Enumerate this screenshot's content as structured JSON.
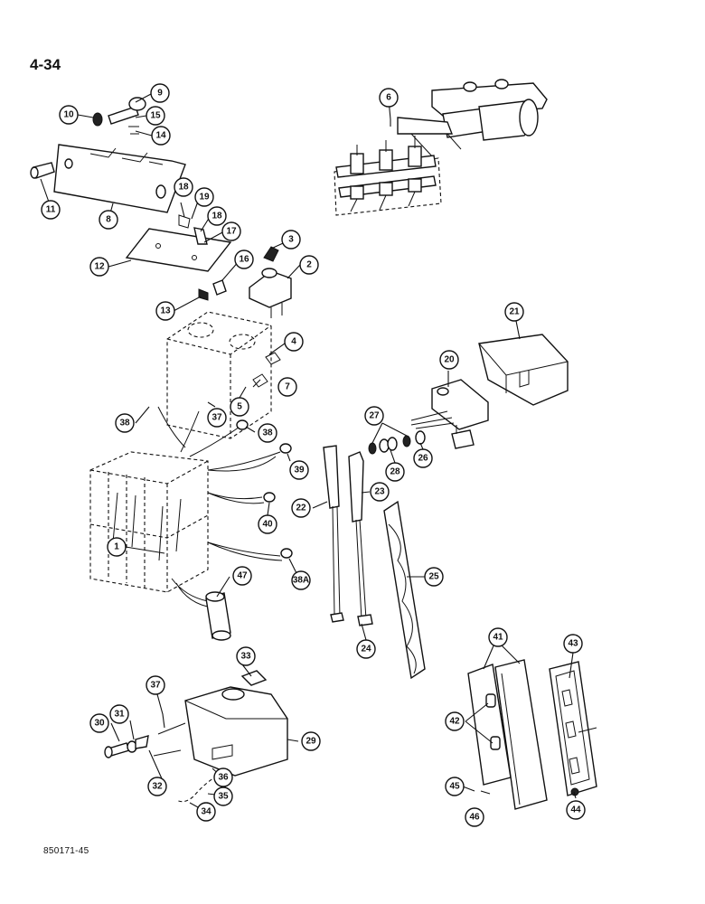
{
  "page_number": "4-34",
  "drawing_code": "850171-45",
  "callouts": [
    "1",
    "2",
    "3",
    "4",
    "5",
    "6",
    "7",
    "8",
    "9",
    "10",
    "11",
    "12",
    "13",
    "14",
    "15",
    "16",
    "17",
    "18",
    "18",
    "19",
    "20",
    "21",
    "22",
    "23",
    "24",
    "25",
    "26",
    "27",
    "28",
    "29",
    "30",
    "31",
    "32",
    "33",
    "34",
    "35",
    "36",
    "37",
    "37",
    "38",
    "38",
    "38A",
    "39",
    "40",
    "41",
    "42",
    "43",
    "44",
    "45",
    "46",
    "47"
  ]
}
